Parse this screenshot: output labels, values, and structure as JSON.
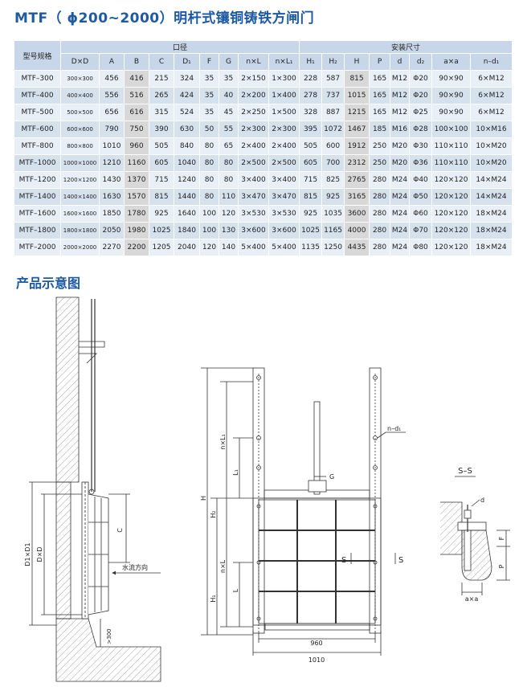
{
  "title": "MTF（ ϕ200~2000）明杆式镶铜铸铁方闸门",
  "section_title": "产品示意图",
  "table": {
    "header_model": "型号规格",
    "group_bore": "口径",
    "group_install": "安装尺寸",
    "columns": [
      "D×D",
      "A",
      "B",
      "C",
      "D₁",
      "F",
      "G",
      "n×L",
      "n×L₁",
      "H₁",
      "H₂",
      "H",
      "P",
      "d",
      "d₂",
      "a×a",
      "n–d₁"
    ],
    "rows": [
      [
        "MTF–300",
        "300×300",
        "456",
        "416",
        "215",
        "324",
        "35",
        "35",
        "2×150",
        "1×300",
        "228",
        "587",
        "815",
        "165",
        "M12",
        "Φ20",
        "90×90",
        "6×M12"
      ],
      [
        "MTF–400",
        "400×400",
        "556",
        "516",
        "265",
        "424",
        "35",
        "40",
        "2×200",
        "1×400",
        "278",
        "737",
        "1015",
        "165",
        "M12",
        "Φ20",
        "90×90",
        "6×M12"
      ],
      [
        "MTF–500",
        "500×500",
        "656",
        "616",
        "315",
        "524",
        "35",
        "45",
        "2×250",
        "1×500",
        "328",
        "887",
        "1215",
        "165",
        "M12",
        "Φ25",
        "90×90",
        "6×M12"
      ],
      [
        "MTF–600",
        "600×600",
        "790",
        "750",
        "390",
        "630",
        "50",
        "55",
        "2×300",
        "2×300",
        "395",
        "1072",
        "1467",
        "185",
        "M16",
        "Φ28",
        "100×100",
        "10×M16"
      ],
      [
        "MTF–800",
        "800×800",
        "1010",
        "960",
        "505",
        "840",
        "80",
        "65",
        "2×400",
        "2×400",
        "505",
        "600",
        "1912",
        "250",
        "M20",
        "Φ30",
        "110×110",
        "10×M20"
      ],
      [
        "MTF–1000",
        "1000×1000",
        "1210",
        "1160",
        "605",
        "1040",
        "80",
        "80",
        "2×500",
        "2×500",
        "605",
        "700",
        "2312",
        "250",
        "M20",
        "Φ36",
        "110×110",
        "10×M20"
      ],
      [
        "MTF–1200",
        "1200×1200",
        "1430",
        "1370",
        "715",
        "1240",
        "80",
        "80",
        "3×400",
        "3×400",
        "715",
        "825",
        "2765",
        "280",
        "M24",
        "Φ40",
        "120×120",
        "14×M24"
      ],
      [
        "MTF–1400",
        "1400×1400",
        "1630",
        "1570",
        "815",
        "1440",
        "80",
        "110",
        "3×470",
        "3×470",
        "815",
        "925",
        "3165",
        "280",
        "M24",
        "Φ50",
        "120×120",
        "14×M24"
      ],
      [
        "MTF–1600",
        "1600×1600",
        "1850",
        "1780",
        "925",
        "1640",
        "100",
        "120",
        "3×530",
        "3×530",
        "925",
        "1035",
        "3600",
        "280",
        "M24",
        "Φ60",
        "120×120",
        "18×M24"
      ],
      [
        "MTF–1800",
        "1800×1800",
        "2050",
        "1980",
        "1025",
        "1840",
        "100",
        "130",
        "3×600",
        "3×600",
        "1025",
        "1165",
        "4000",
        "280",
        "M24",
        "Φ70",
        "120×120",
        "18×M24"
      ],
      [
        "MTF–2000",
        "2000×2000",
        "2270",
        "2200",
        "1205",
        "2040",
        "120",
        "140",
        "5×400",
        "5×400",
        "1135",
        "1250",
        "4435",
        "280",
        "M24",
        "Φ80",
        "120×120",
        "18×M24"
      ]
    ]
  },
  "side_view": {
    "label_d1xd1": "D1×D1",
    "label_dxd": "D×D",
    "label_c": "C",
    "label_flow": "水流方向",
    "label_300": ">300"
  },
  "front_view": {
    "label_g": "G",
    "label_nd1": "n–d₁",
    "label_h": "H",
    "label_h2": "H₂",
    "label_h1": "H₁",
    "label_nxl1": "n×L₁",
    "label_l1": "L₁",
    "label_nxl": "n×L",
    "label_l": "L",
    "label_s_left": "S",
    "label_s_right": "S",
    "label_960": "960",
    "label_1010": "1010"
  },
  "section_view": {
    "label_ss": "S–S",
    "label_d": "d",
    "label_f": "F",
    "label_p": "P",
    "label_axa": "a×a"
  }
}
